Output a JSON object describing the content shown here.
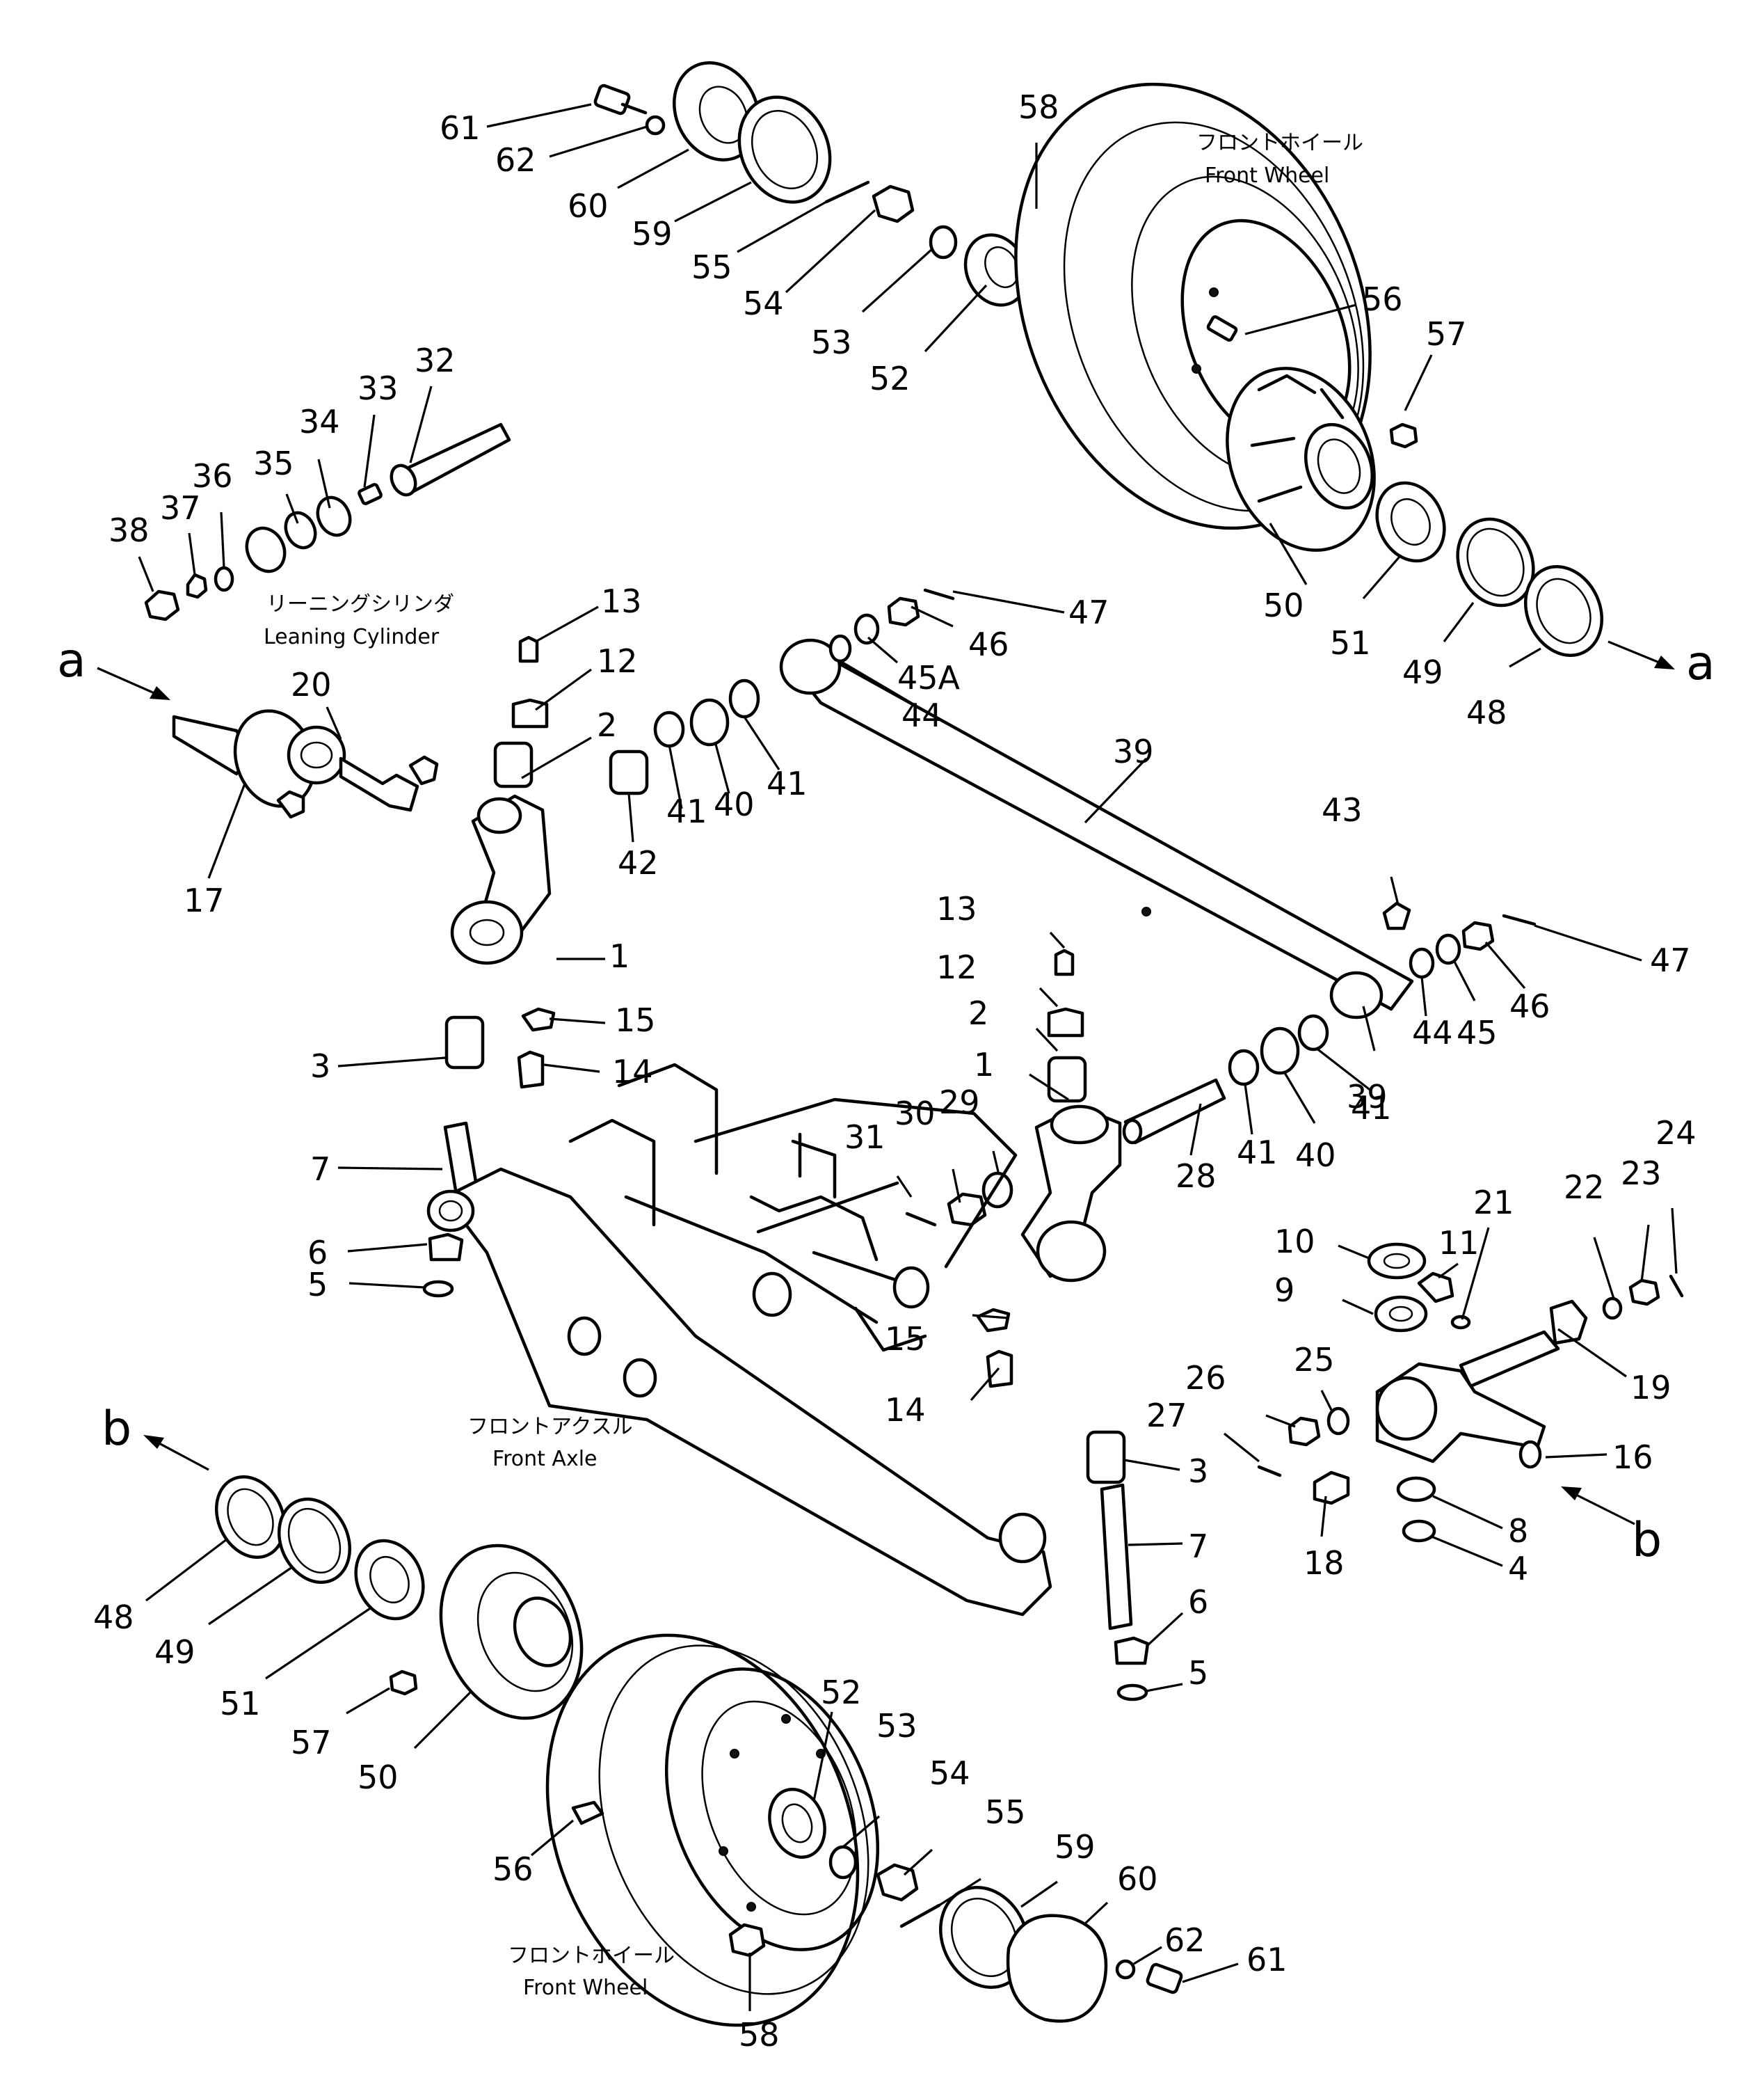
{
  "annotations": {
    "front_wheel_top_jp": "フロントホイール",
    "front_wheel_top_en": "Front Wheel",
    "leaning_cylinder_jp": "リーニングシリンダ",
    "leaning_cylinder_en": "Leaning Cylinder",
    "front_axle_jp": "フロントアクスル",
    "front_axle_en": "Front Axle",
    "front_wheel_bottom_jp": "フロントホイール",
    "front_wheel_bottom_en": "Front Wheel"
  },
  "letters": {
    "a_left": "a",
    "a_right": "a",
    "b_left": "b",
    "b_right": "b"
  },
  "callouts": {
    "c61t": "61",
    "c62t": "62",
    "c60t": "60",
    "c59t": "59",
    "c55t": "55",
    "c54t": "54",
    "c53t": "53",
    "c52t": "52",
    "c58t": "58",
    "c56t": "56",
    "c57t": "57",
    "c50t": "50",
    "c51t": "51",
    "c49t": "49",
    "c48t": "48",
    "c32": "32",
    "c33": "33",
    "c34": "34",
    "c35": "35",
    "c36": "36",
    "c37": "37",
    "c38": "38",
    "c47t": "47",
    "c46t": "46",
    "c45A": "45A",
    "c44t": "44",
    "c13l": "13",
    "c12l": "12",
    "c2l": "2",
    "c20": "20",
    "c17": "17",
    "c42": "42",
    "c41a": "41",
    "c40t": "40",
    "c41b": "41",
    "c39t": "39",
    "c1l": "1",
    "c15l": "15",
    "c14l": "14",
    "c3l": "3",
    "c7l": "7",
    "c6l": "6",
    "c5l": "5",
    "c13r": "13",
    "c12r": "12",
    "c2r": "2",
    "c1r": "1",
    "c43": "43",
    "c47r": "47",
    "c46r": "46",
    "c45r": "45",
    "c44r": "44",
    "c39r": "39",
    "c41c": "41",
    "c40r": "40",
    "c41d": "41",
    "c28": "28",
    "c31": "31",
    "c30": "30",
    "c29": "29",
    "c10": "10",
    "c9": "9",
    "c11": "11",
    "c21": "21",
    "c22": "22",
    "c23": "23",
    "c24": "24",
    "c19": "19",
    "c15r": "15",
    "c14r": "14",
    "c25": "25",
    "c26": "26",
    "c27": "27",
    "c16": "16",
    "c8": "8",
    "c4": "4",
    "c18": "18",
    "c3r": "3",
    "c7r": "7",
    "c6r": "6",
    "c5r": "5",
    "c48b": "48",
    "c49b": "49",
    "c51b": "51",
    "c57b": "57",
    "c50b": "50",
    "c52b": "52",
    "c53b": "53",
    "c54b": "54",
    "c55b": "55",
    "c56b": "56",
    "c59b": "59",
    "c60b": "60",
    "c62b": "62",
    "c61b": "61",
    "c58b": "58"
  }
}
